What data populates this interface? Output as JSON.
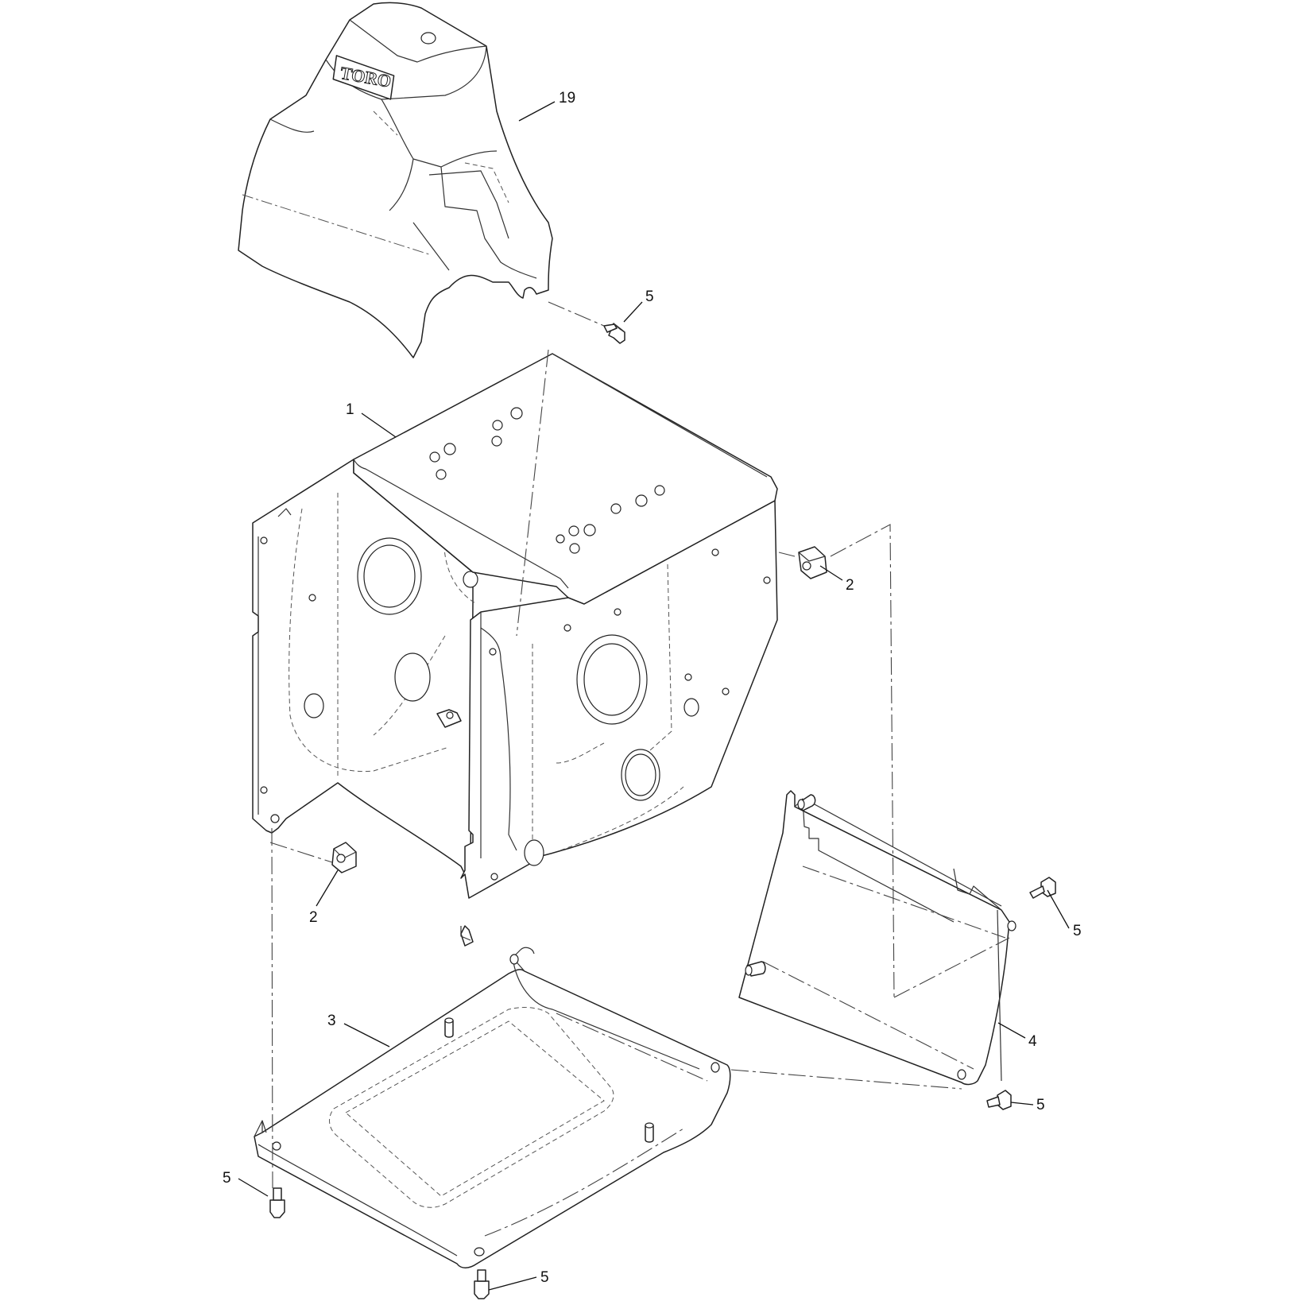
{
  "callouts": [
    {
      "id": "c19",
      "label": "19"
    },
    {
      "id": "c5a",
      "label": "5"
    },
    {
      "id": "c1",
      "label": "1"
    },
    {
      "id": "c2a",
      "label": "2"
    },
    {
      "id": "c2b",
      "label": "2"
    },
    {
      "id": "c5b",
      "label": "5"
    },
    {
      "id": "c3",
      "label": "3"
    },
    {
      "id": "c4",
      "label": "4"
    },
    {
      "id": "c5c",
      "label": "5"
    },
    {
      "id": "c5d",
      "label": "5"
    },
    {
      "id": "c5e",
      "label": "5"
    }
  ],
  "logo": "TORO"
}
